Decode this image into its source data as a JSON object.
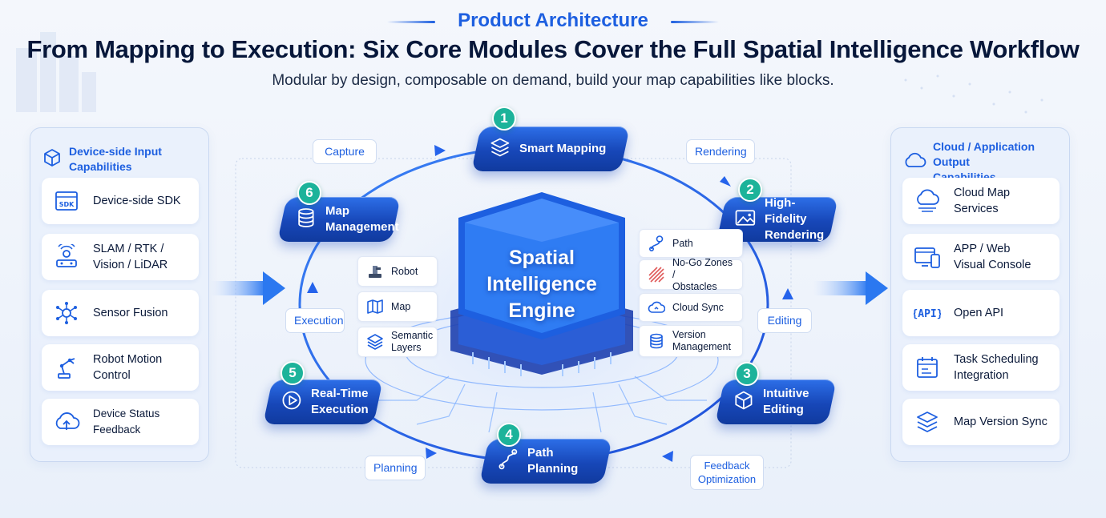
{
  "header": {
    "eyebrow": "Product Architecture",
    "headline": "From Mapping to Execution: Six Core Modules Cover the Full Spatial Intelligence Workflow",
    "subhead": "Modular by design, composable on demand, build your map capabilities like blocks."
  },
  "left_panel": {
    "title": "Device-side Input Capabilities",
    "items": [
      {
        "label": "Device-side SDK",
        "icon": "sdk-icon"
      },
      {
        "label": "SLAM / RTK /\nVision / LiDAR",
        "icon": "lidar-icon"
      },
      {
        "label": "Sensor Fusion",
        "icon": "fusion-icon"
      },
      {
        "label": "Robot Motion Control",
        "icon": "robot-arm-icon"
      },
      {
        "label": "Device Status Feedback",
        "icon": "cloud-upload-icon"
      }
    ]
  },
  "right_panel": {
    "title": "Cloud / Application Output\nCapabilities",
    "items": [
      {
        "label": "Cloud Map Services",
        "icon": "cloud-services-icon"
      },
      {
        "label": "APP / Web\nVisual Console",
        "icon": "console-icon"
      },
      {
        "label": "Open API",
        "icon": "api-icon"
      },
      {
        "label": "Task Scheduling\nIntegration",
        "icon": "calendar-icon"
      },
      {
        "label": "Map Version Sync",
        "icon": "layers-icon"
      }
    ]
  },
  "engine": {
    "title": "Spatial\nIntelligence Engine"
  },
  "modules": [
    {
      "num": "1",
      "label": "Smart Mapping",
      "icon": "layers-icon"
    },
    {
      "num": "2",
      "label": "High-Fidelity\nRendering",
      "icon": "image-icon"
    },
    {
      "num": "3",
      "label": "Intuitive\nEditing",
      "icon": "cube-icon"
    },
    {
      "num": "4",
      "label": "Path\nPlanning",
      "icon": "route-icon"
    },
    {
      "num": "5",
      "label": "Real-Time\nExecution",
      "icon": "play-icon"
    },
    {
      "num": "6",
      "label": "Map\nManagement",
      "icon": "database-icon"
    }
  ],
  "stages": {
    "capture": "Capture",
    "rendering": "Rendering",
    "editing": "Editing",
    "feedback": "Feedback\nOptimization",
    "planning": "Planning",
    "execution": "Execution"
  },
  "chips_left": [
    {
      "label": "Robot",
      "icon": "robot-icon"
    },
    {
      "label": "Map",
      "icon": "map-icon"
    },
    {
      "label": "Semantic\nLayers",
      "icon": "layers-icon"
    }
  ],
  "chips_right": [
    {
      "label": "Path",
      "icon": "path-icon"
    },
    {
      "label": "No-Go Zones /\nObstacles",
      "icon": "hatch-icon"
    },
    {
      "label": "Cloud Sync",
      "icon": "cloud-sync-icon"
    },
    {
      "label": "Version\nManagement",
      "icon": "database-icon"
    }
  ],
  "colors": {
    "accent": "#1d5fe0",
    "module": "#1747b8",
    "badge": "#1cb39a",
    "chip_hatch": "#e05a5a"
  }
}
